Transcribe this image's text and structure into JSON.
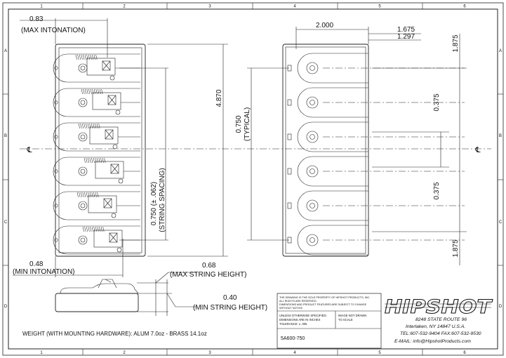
{
  "grid": {
    "columns": [
      "1",
      "2",
      "3",
      "4",
      "5",
      "6"
    ],
    "rows": [
      "A",
      "B",
      "C",
      "D"
    ]
  },
  "left_dims": {
    "max_intonation_value": "0.83",
    "max_intonation_label": "(MAX INTONATION)",
    "min_intonation_value": "0.48",
    "min_intonation_label": "(MIN INTONATION)",
    "string_spacing_value": "0.750 (± .062)",
    "string_spacing_label": "(STRING SPACING)",
    "overall_length": "4.870",
    "max_height_value": "0.68",
    "max_height_label": "(MAX STRING HEIGHT)",
    "min_height_value": "0.40",
    "min_height_label": "(MIN STRING HEIGHT)"
  },
  "right_dims": {
    "width_value": "2.000",
    "hole_offset_a": "1.675",
    "hole_offset_b": "1.297",
    "typical_value": "0.750",
    "typical_label": "(TYPICAL)",
    "edge_top": "1.875",
    "edge_bottom": "1.875",
    "mid_upper": "0.375",
    "mid_lower": "0.375"
  },
  "centerline_symbol": "℄",
  "weight_note": "WEIGHT (WITH MOUNTING HARDWARE): ALUM 7.0oz  -  BRASS 14.1oz",
  "title_block": {
    "proprietary": [
      "THE DRAWING IS THE SOLE PROPERTY OF HIPSHOT PRODUCTS, INC.",
      "ALL RIGHTS ARE RESERVED.",
      "DIMENSIONS AND PRODUCT FEATURES ARE SUBJECT TO CHANGE",
      "WITHOUT NOTICE."
    ],
    "tolerance": [
      "UNLESS OTHERWISE SPECIFIED:",
      "DIMENSIONS ARE IN INCHES",
      "TOLERANCE: ± .005"
    ],
    "scale_note": [
      "IMAGE NOT DRAWN",
      "TO SCALE"
    ],
    "part_number": "5A600-750"
  },
  "company": {
    "logo": "HIPSHOT",
    "address1": "8248 STATE ROUTE 96",
    "address2": "Interlaken, NY 14847 U.S.A.",
    "phone": "TEL:607-532-9404 FAX:607-532-9530",
    "email": "E-MAIL: info@HipshotProducts.com"
  }
}
